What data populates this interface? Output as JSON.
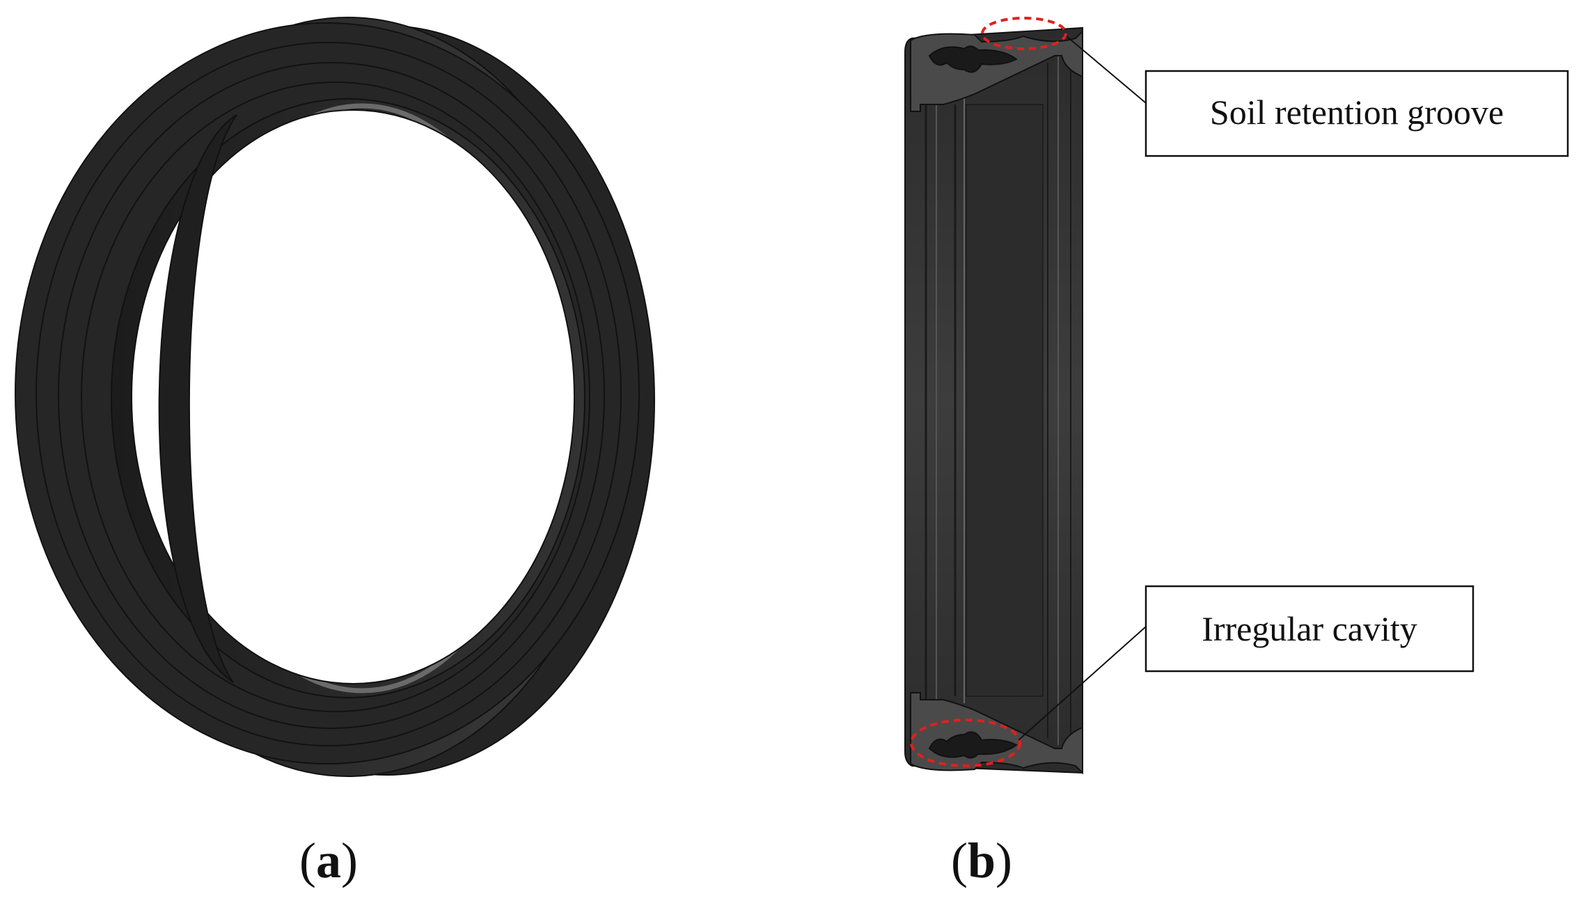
{
  "panels": [
    {
      "id": "a",
      "caption_open": "(",
      "caption_letter": "a",
      "caption_close": ")"
    },
    {
      "id": "b",
      "caption_open": "(",
      "caption_letter": "b",
      "caption_close": ")"
    }
  ],
  "callouts": [
    {
      "label": "Soil retention groove"
    },
    {
      "label": "Irregular cavity"
    }
  ],
  "colors": {
    "rubber_dark": "#262626",
    "rubber_mid": "#3a3a3a",
    "section_face": "#4a4a4a",
    "highlight_dashed": "#e02020",
    "leader_line": "#111111"
  }
}
